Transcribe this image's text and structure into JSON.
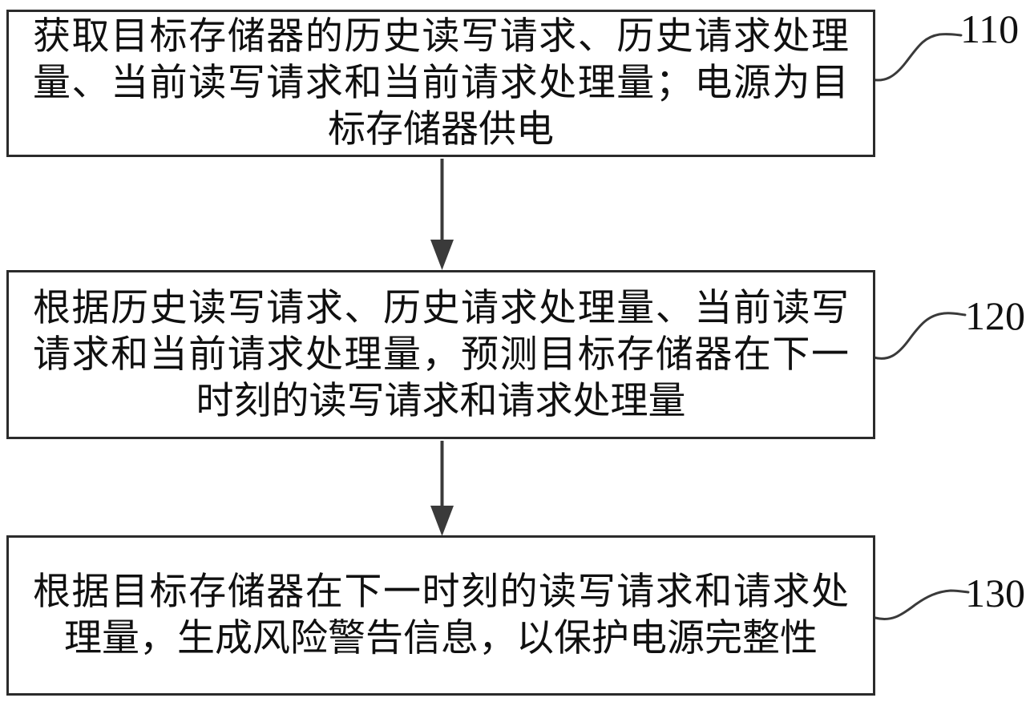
{
  "figure_type": "flowchart",
  "colors": {
    "background": "#ffffff",
    "box_border": "#2b2b2b",
    "line": "#3a3a3a",
    "text": "#101010"
  },
  "boxes": [
    {
      "label": "110",
      "text": "获取目标存储器的历史读写请求、历史请求处理量、当前读写请求和当前请求处理量；电源为目标存储器供电"
    },
    {
      "label": "120",
      "text": "根据历史读写请求、历史请求处理量、当前读写请求和当前请求处理量，预测目标存储器在下一时刻的读写请求和请求处理量"
    },
    {
      "label": "130",
      "text": "根据目标存储器在下一时刻的读写请求和请求处理量，生成风险警告信息，以保护电源完整性"
    }
  ]
}
